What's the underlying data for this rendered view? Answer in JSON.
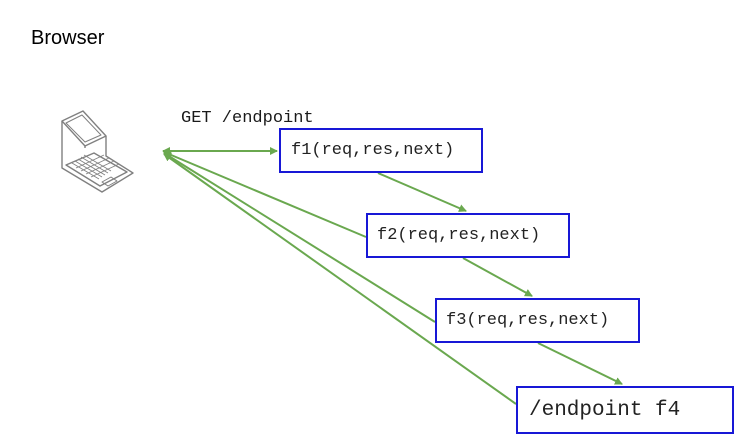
{
  "title": "Browser",
  "request_label": "GET /endpoint",
  "icons": {
    "client": "laptop-icon"
  },
  "colors": {
    "box_border": "#1818d6",
    "arrow": "#6aa84f",
    "laptop": "#808080"
  },
  "middleware": [
    {
      "label": "f1(req,res,next)"
    },
    {
      "label": "f2(req,res,next)"
    },
    {
      "label": "f3(req,res,next)"
    },
    {
      "label": "/endpoint f4"
    }
  ]
}
